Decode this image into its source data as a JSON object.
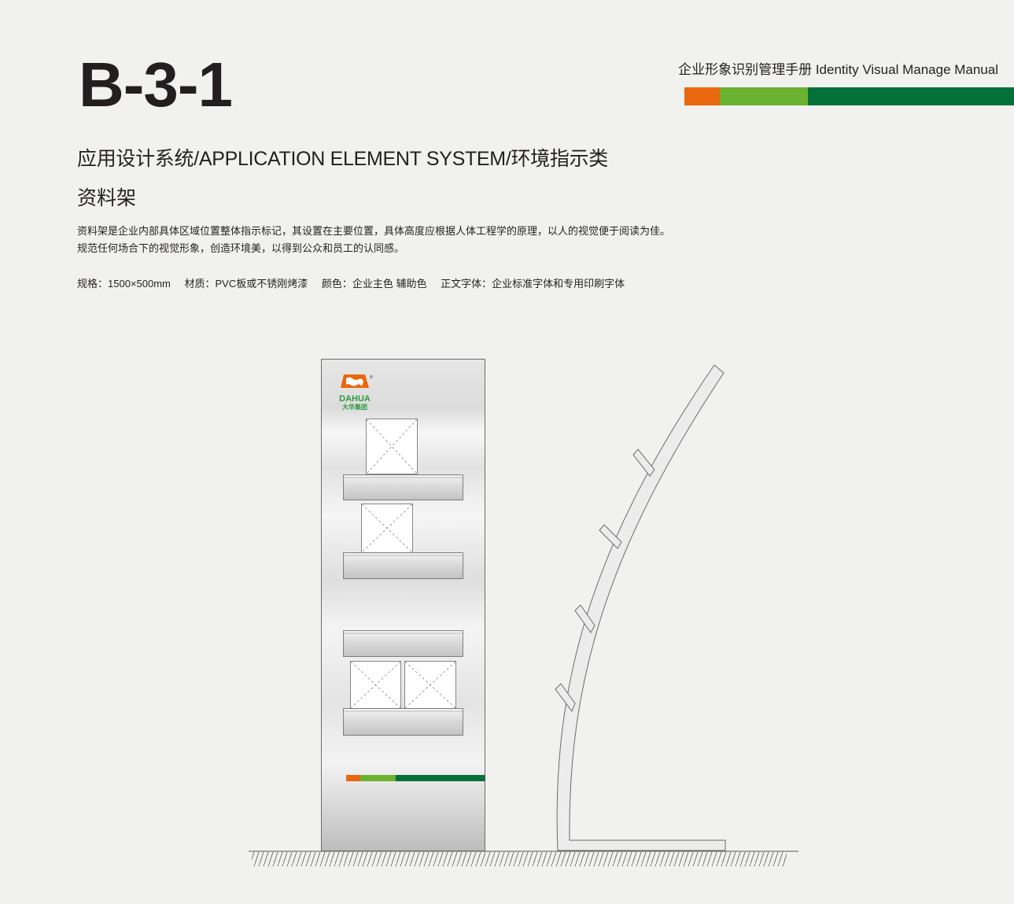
{
  "header": {
    "code": "B-3-1",
    "manual_title": "企业形象识别管理手册 Identity Visual Manage Manual",
    "brand_colors": [
      "#e9670d",
      "#6ab22f",
      "#04703a"
    ]
  },
  "section": {
    "title": "应用设计系统/APPLICATION ELEMENT SYSTEM/环境指示类",
    "item": "资料架"
  },
  "description": {
    "line1": "资料架是企业内部具体区域位置整体指示标记，其设置在主要位置，具体高度应根据人体工程学的原理，以人的视觉便于阅读为佳。",
    "line2": "规范任何场合下的视觉形象，创造环境美，以得到公众和员工的认同感。"
  },
  "specs": {
    "size": "规格：1500×500mm",
    "material": "材质：PVC板或不锈刚烤漆",
    "color": "颜色：企业主色  辅助色",
    "font": "正文字体：企业标准字体和专用印刷字体"
  },
  "logo": {
    "name_en": "DAHUA",
    "name_cn": "大华集团",
    "mark": "®"
  }
}
